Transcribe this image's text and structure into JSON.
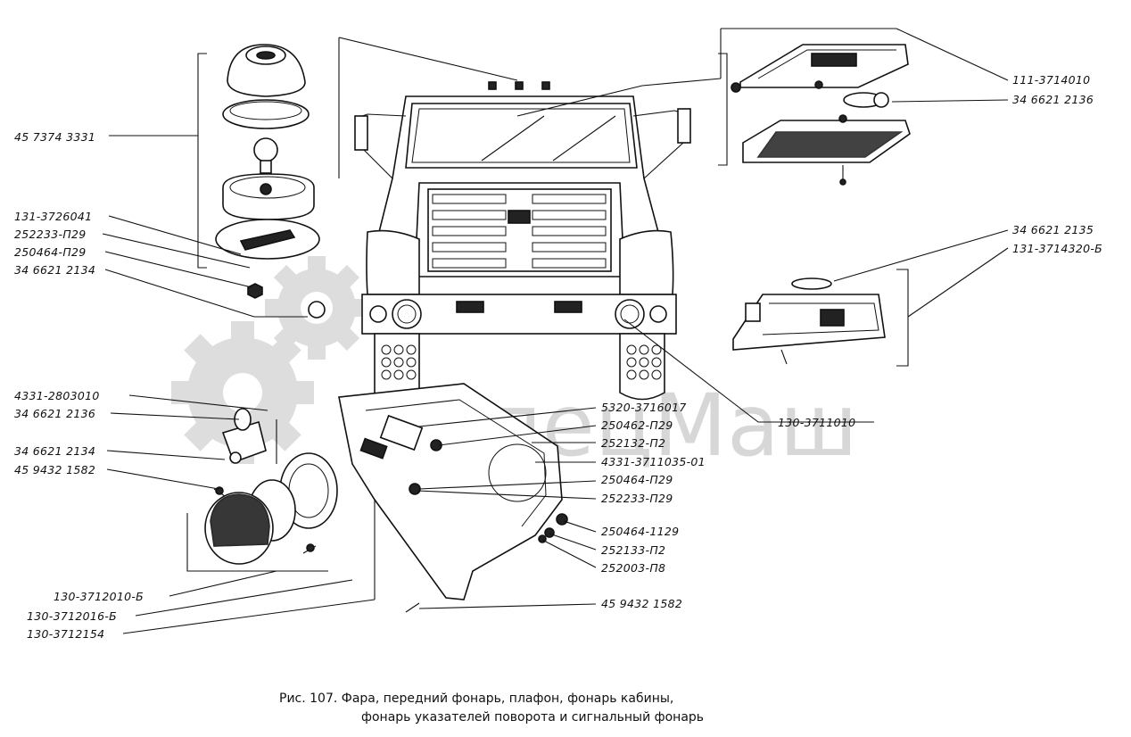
{
  "figure": {
    "caption_line1": "Рис. 107. Фара, передний фонарь, плафон, фонарь кабины,",
    "caption_line2": "фонарь указателей поворота и сигнальный фонарь"
  },
  "watermark": {
    "text": "СпецМаш",
    "color": "#b8b8b8"
  },
  "labels": {
    "l_457374": "45 7374 3331",
    "l_131_3726041": "131-3726041",
    "l_252233_p29a": "252233-П29",
    "l_250464_p29a": "250464-П29",
    "l_346621_2134a": "34 6621 2134",
    "l_4331_2803010": "4331-2803010",
    "l_346621_2136a": "34 6621 2136",
    "l_346621_2134b": "34 6621 2134",
    "l_459432_1582a": "45 9432 1582",
    "l_130_3712010": "130-3712010-Б",
    "l_130_3712016": "130-3712016-Б",
    "l_130_3712154": "130-3712154",
    "l_111_3714010": "111-3714010",
    "l_346621_2136b": "34 6621 2136",
    "l_346621_2135": "34 6621 2135",
    "l_131_3714320": "131-3714320-Б",
    "l_130_3711010": "130-3711010",
    "l_5320_3716017": "5320-3716017",
    "l_250462_p29": "250462-П29",
    "l_252132_p2": "252132-П2",
    "l_4331_3711035": "4331-3711035-01",
    "l_250464_p29b": "250464-П29",
    "l_252233_p29b": "252233-П29",
    "l_250464_1129": "250464-1129",
    "l_252133_p2": "252133-П2",
    "l_252003_p8": "252003-П8",
    "l_459432_1582b": "45 9432 1582"
  }
}
